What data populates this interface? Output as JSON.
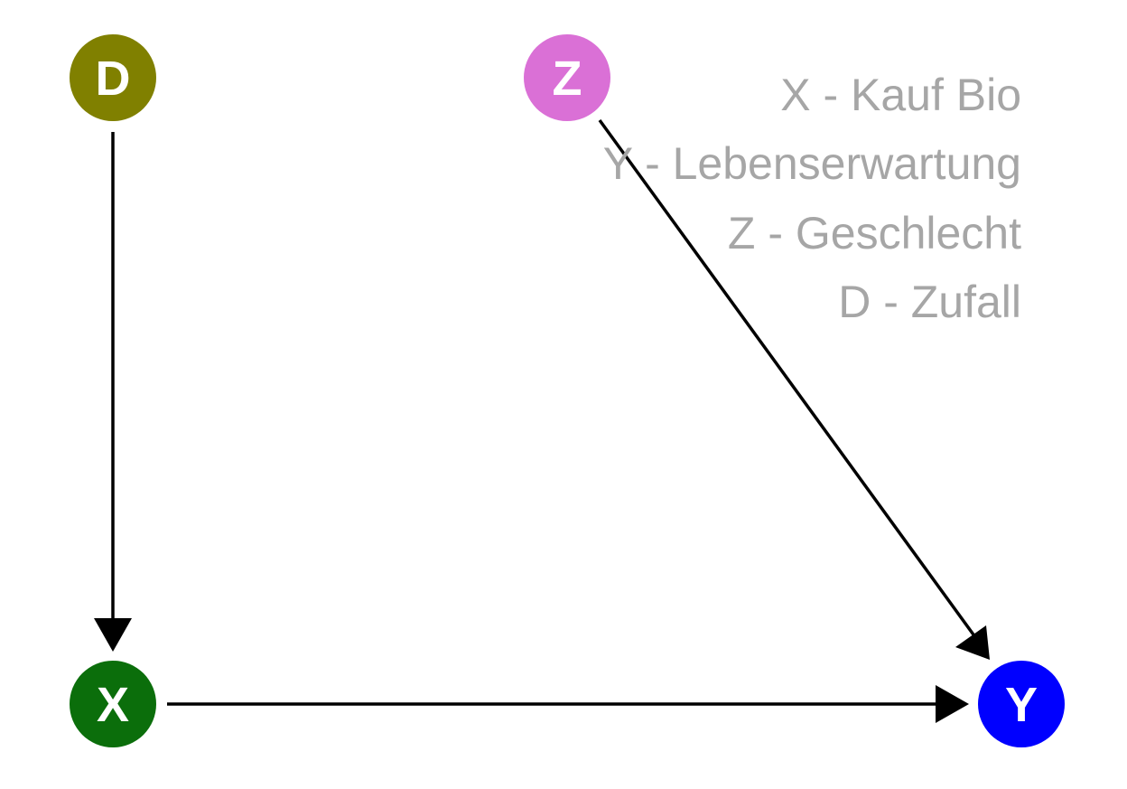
{
  "nodes": {
    "D": {
      "label": "D",
      "color": "#808000"
    },
    "Z": {
      "label": "Z",
      "color": "#da70d6"
    },
    "X": {
      "label": "X",
      "color": "#0b6e0b"
    },
    "Y": {
      "label": "Y",
      "color": "#0000ff"
    }
  },
  "edges": [
    {
      "from": "D",
      "to": "X"
    },
    {
      "from": "X",
      "to": "Y"
    },
    {
      "from": "Z",
      "to": "Y"
    }
  ],
  "legend": [
    "X - Kauf Bio",
    "Y - Lebenserwartung",
    "Z - Geschlecht",
    "D - Zufall"
  ],
  "colors": {
    "legend_text": "#a6a6a6",
    "edge": "#000000"
  }
}
